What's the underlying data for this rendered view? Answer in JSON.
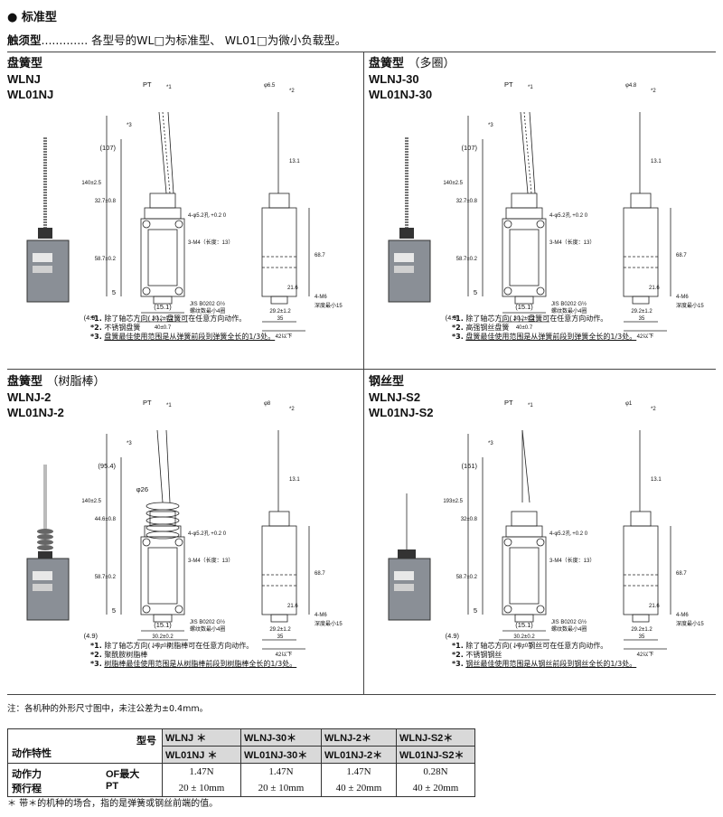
{
  "header": {
    "title": "● 标准型",
    "lead_bold": "触须型",
    "lead_dots": ".............",
    "lead_text": " 各型号的WL□为标准型、 WL01□为微小负载型。"
  },
  "panels": [
    {
      "title": "盘簧型",
      "subtitle": "",
      "model1": "WLNJ",
      "model2": "WL01NJ",
      "dims": {
        "pt": "PT",
        "top_len": "140±2.5",
        "l107": "(107)",
        "l327": "32.7±0.8",
        "l587": "58.7±0.2",
        "l5": "5",
        "l49": "(4.9)",
        "l151": "(15.1)",
        "l302": "30.2±0.2",
        "l40": "40±0.7",
        "hole": "4-φ5.2孔 +0.2 0",
        "m4": "3-M4（长度：13）",
        "jis": "JIS B0202 G½",
        "jis2": "螺纹数最小4圈",
        "m6": "4-M6",
        "m6b": "深度最小15",
        "l216": "21.6",
        "l292": "29.2±1.2",
        "l35": "35",
        "l42": "42以下",
        "l687": "68.7",
        "top_d": "φ6.5",
        "l131": "13.1",
        "s1": "*1",
        "s2": "*2",
        "s3": "*3"
      },
      "notes": [
        {
          "mark": "*1.",
          "text": "除了轴芯方向(⇃)，盘簧可在任意方向动作。"
        },
        {
          "mark": "*2.",
          "text": "不锈钢盘簧"
        },
        {
          "mark": "*3.",
          "text": "盘簧最佳使用范围是从弹簧前段到弹簧全长的1/3处。"
        }
      ]
    },
    {
      "title": "盘簧型",
      "subtitle": "（多圈）",
      "model1": "WLNJ-30",
      "model2": "WL01NJ-30",
      "dims": {
        "pt": "PT",
        "top_len": "140±2.5",
        "l107": "(107)",
        "l327": "32.7±0.8",
        "l587": "58.7±0.2",
        "l5": "5",
        "l49": "(4.9)",
        "l151": "(15.1)",
        "l302": "30.2±0.2",
        "l40": "40±0.7",
        "hole": "4-φ5.2孔 +0.2 0",
        "m4": "3-M4（长度：13）",
        "jis": "JIS B0202 G½",
        "jis2": "螺纹数最小4圈",
        "m6": "4-M6",
        "m6b": "深度最小15",
        "l216": "21.6",
        "l292": "29.2±1.2",
        "l35": "35",
        "l42": "42以下",
        "l687": "68.7",
        "top_d": "φ4.8",
        "l131": "13.1",
        "s1": "*1",
        "s2": "*2",
        "s3": "*3"
      },
      "notes": [
        {
          "mark": "*1.",
          "text": "除了轴芯方向(⇃)，盘簧可在任意方向动作。"
        },
        {
          "mark": "*2.",
          "text": "高强钢丝盘簧"
        },
        {
          "mark": "*3.",
          "text": "盘簧最佳使用范围是从弹簧前段到弹簧全长的1/3处。"
        }
      ]
    },
    {
      "title": "盘簧型",
      "subtitle": "（树脂棒）",
      "model1": "WLNJ-2",
      "model2": "WL01NJ-2",
      "dims": {
        "pt": "PT",
        "top_len": "140±2.5",
        "l107": "(95.4)",
        "l327": "44.6±0.8",
        "l587": "58.7±0.2",
        "l5": "5",
        "l49": "(4.9)",
        "l151": "(15.1)",
        "l302": "30.2±0.2",
        "l40": "40±0.7",
        "hole": "4-φ5.2孔 +0.2 0",
        "m4": "3-M4（长度：13）",
        "jis": "JIS B0202 G½",
        "jis2": "螺纹数最小4圈",
        "m6": "4-M6",
        "m6b": "深度最小15",
        "l216": "21.6",
        "l292": "29.2±1.2",
        "l35": "35",
        "l42": "42以下",
        "l687": "68.7",
        "top_d": "φ8",
        "l131": "13.1",
        "l26": "φ26",
        "s1": "*1",
        "s2": "*2",
        "s3": "*3"
      },
      "notes": [
        {
          "mark": "*1.",
          "text": "除了轴芯方向(⇃)，树脂棒可在任意方向动作。"
        },
        {
          "mark": "*2.",
          "text": "聚酰胺树脂棒"
        },
        {
          "mark": "*3.",
          "text": "树脂棒最佳使用范围是从树脂棒前段到树脂棒全长的1/3处。"
        }
      ]
    },
    {
      "title": "钢丝型",
      "subtitle": "",
      "model1": "WLNJ-S2",
      "model2": "WL01NJ-S2",
      "dims": {
        "pt": "PT",
        "top_len": "193±2.5",
        "l107": "(161)",
        "l327": "32±0.8",
        "l587": "58.7±0.2",
        "l5": "5",
        "l49": "(4.9)",
        "l151": "(15.1)",
        "l302": "30.2±0.2",
        "l40": "40±0.7",
        "hole": "4-φ5.2孔 +0.2 0",
        "m4": "3-M4（长度：13）",
        "jis": "JIS B0202 G½",
        "jis2": "螺纹数最小4圈",
        "m6": "4-M6",
        "m6b": "深度最小15",
        "l216": "21.6",
        "l292": "29.2±1.2",
        "l35": "35",
        "l42": "42以下",
        "l687": "68.7",
        "top_d": "φ1",
        "l131": "13.1",
        "s1": "*1",
        "s2": "*2",
        "s3": "*3"
      },
      "notes": [
        {
          "mark": "*1.",
          "text": "除了轴芯方向(⇃)，钢丝可在任意方向动作。"
        },
        {
          "mark": "*2.",
          "text": "不锈钢钢丝"
        },
        {
          "mark": "*3.",
          "text": "钢丝最佳使用范围是从钢丝前段到钢丝全长的1/3处。"
        }
      ]
    }
  ],
  "body_note": "注：各机种的外形尺寸图中，未注公差为±0.4mm。",
  "table": {
    "model_label": "型号",
    "char_label": "动作特性",
    "models": [
      {
        "a": "WLNJ ＊",
        "b": "WL01NJ ＊"
      },
      {
        "a": "WLNJ-30＊",
        "b": "WL01NJ-30＊"
      },
      {
        "a": "WLNJ-2＊",
        "b": "WL01NJ-2＊"
      },
      {
        "a": "WLNJ-S2＊",
        "b": "WL01NJ-S2＊"
      }
    ],
    "row1_label": "动作力",
    "row2_label": "预行程",
    "row1_unit": "OF最大",
    "row2_unit": "PT",
    "of": [
      "1.47N",
      "1.47N",
      "1.47N",
      "0.28N"
    ],
    "pt": [
      "20 ± 10mm",
      "20 ± 10mm",
      "40 ± 20mm",
      "40 ± 20mm"
    ]
  },
  "footnote": "＊ 带＊的机种的场合，指的是弹簧或钢丝前端的值。"
}
